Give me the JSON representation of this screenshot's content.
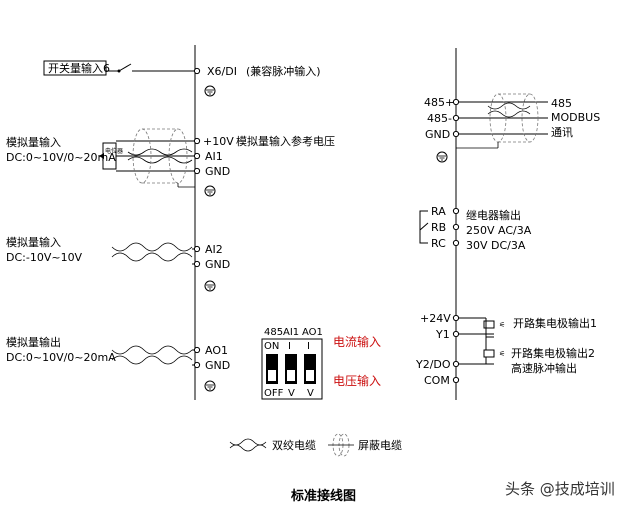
{
  "switch_input": {
    "label": "开关量输入6",
    "terminal": "X6/DI",
    "desc": "(兼容脉冲输入)"
  },
  "ai1": {
    "label_line1": "模拟量输入",
    "label_line2": "DC:0~10V/0~20mA",
    "pot_label": "电位器",
    "ref_terminal": "+10V",
    "ref_desc": "模拟量输入参考电压",
    "in_terminal": "AI1",
    "gnd_terminal": "GND"
  },
  "ai2": {
    "label_line1": "模拟量输入",
    "label_line2": "DC:-10V~10V",
    "in_terminal": "AI2",
    "gnd_terminal": "GND"
  },
  "ao1": {
    "label_line1": "模拟量输出",
    "label_line2": "DC:0~10V/0~20mA",
    "out_terminal": "AO1",
    "gnd_terminal": "GND"
  },
  "dip": {
    "headers": [
      "485",
      "AI1",
      "AO1"
    ],
    "top_labels": [
      "ON",
      "I",
      "I"
    ],
    "bottom_labels": [
      "OFF",
      "V",
      "V"
    ],
    "current_note": "电流输入",
    "voltage_note": "电压输入"
  },
  "rs485": {
    "terminals": [
      "485+",
      "485-",
      "GND"
    ],
    "label_line1": "485",
    "label_line2": "MODBUS",
    "label_line3": "通讯"
  },
  "relay": {
    "terminals": [
      "RA",
      "RB",
      "RC"
    ],
    "label_line1": "继电器输出",
    "label_line2": "250V AC/3A",
    "label_line3": "30V  DC/3A"
  },
  "outputs": {
    "terminals": [
      "+24V",
      "Y1",
      "Y2/DO",
      "COM"
    ],
    "y1_desc": "开路集电极输出1",
    "y2_desc_line1": "开路集电极输出2",
    "y2_desc_line2": "高速脉冲输出"
  },
  "legend": {
    "twisted": "双绞电缆",
    "shielded": "屏蔽电缆"
  },
  "title": "标准接线图",
  "watermark": "头条 @技成培训"
}
